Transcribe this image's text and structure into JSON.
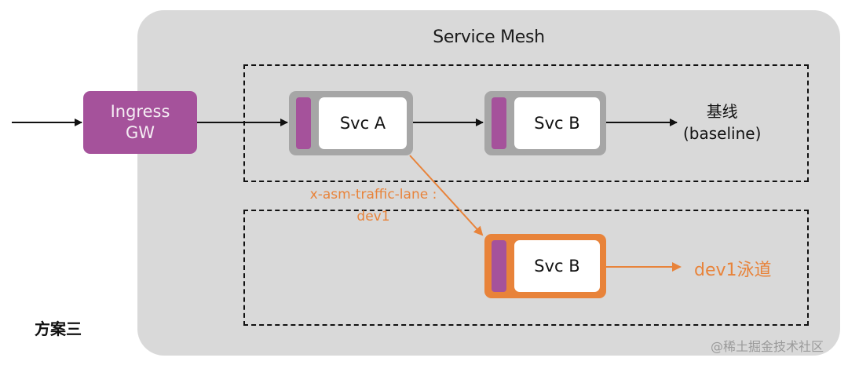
{
  "diagram": {
    "container_title": "Service Mesh",
    "ingress": {
      "line1": "Ingress",
      "line2": "GW"
    },
    "services": {
      "svc_a": "Svc A",
      "svc_b_baseline": "Svc B",
      "svc_b_dev1": "Svc B"
    },
    "baseline_lane": {
      "line1": "基线",
      "line2": "(baseline)"
    },
    "routing_header": {
      "line1": "x-asm-traffic-lane :",
      "line2": "dev1"
    },
    "dev_lane_label": "dev1泳道",
    "scheme_label": "方案三",
    "watermark": "@稀土掘金技术社区",
    "colors": {
      "sidecar": "#a5529b",
      "mesh_background": "#d9d9d9",
      "baseline_service_frame": "#a6a6a6",
      "dev_lane_accent": "#e8833a"
    }
  }
}
